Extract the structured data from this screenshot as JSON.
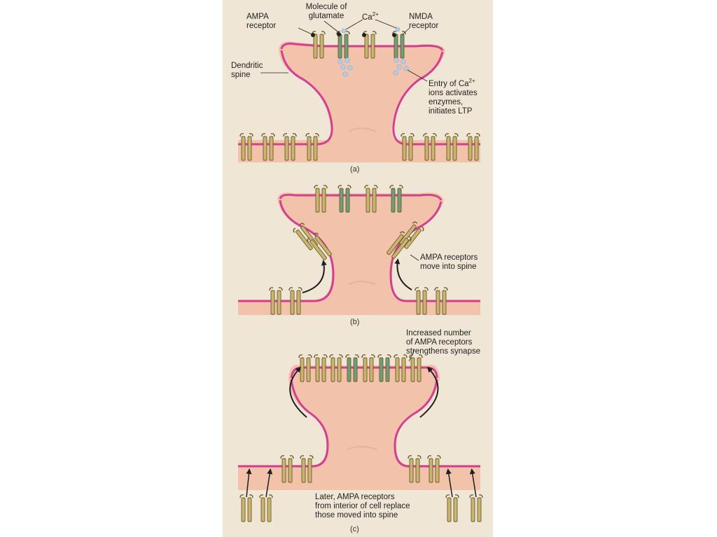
{
  "colors": {
    "panel_bg": "#f0e6d6",
    "cytoplasm": "#f3c2ab",
    "membrane_outer": "#f6d1a6",
    "membrane_inner": "#d2408f",
    "ampa": "#c9b572",
    "nmda": "#6f9f78",
    "glutamate": "#222222",
    "calcium": "#b6cce6",
    "arrow": "#1e1e1e"
  },
  "labels": {
    "ampa_receptor": [
      "AMPA",
      "receptor"
    ],
    "glutamate": [
      "Molecule of",
      "glutamate"
    ],
    "ca": "Ca",
    "ca_sup": "2+",
    "nmda_receptor": [
      "NMDA",
      "receptor"
    ],
    "dendritic_spine": [
      "Dendritic",
      "spine"
    ],
    "entry_ca": [
      "Entry of Ca",
      "ions activates",
      "enzymes,",
      "initiates LTP"
    ],
    "ampa_move": [
      "AMPA receptors",
      "move into spine"
    ],
    "increased": [
      "Increased number",
      "of AMPA receptors",
      "strengthens synapse"
    ],
    "later": [
      "Later, AMPA receptors",
      "from interior of cell replace",
      "those moved into spine"
    ]
  },
  "panels": [
    "(a)",
    "(b)",
    "(c)"
  ],
  "icons": [
    "ampa-receptor-icon",
    "nmda-receptor-icon",
    "glutamate-molecule-icon",
    "calcium-ion-icon",
    "curved-arrow-icon"
  ]
}
